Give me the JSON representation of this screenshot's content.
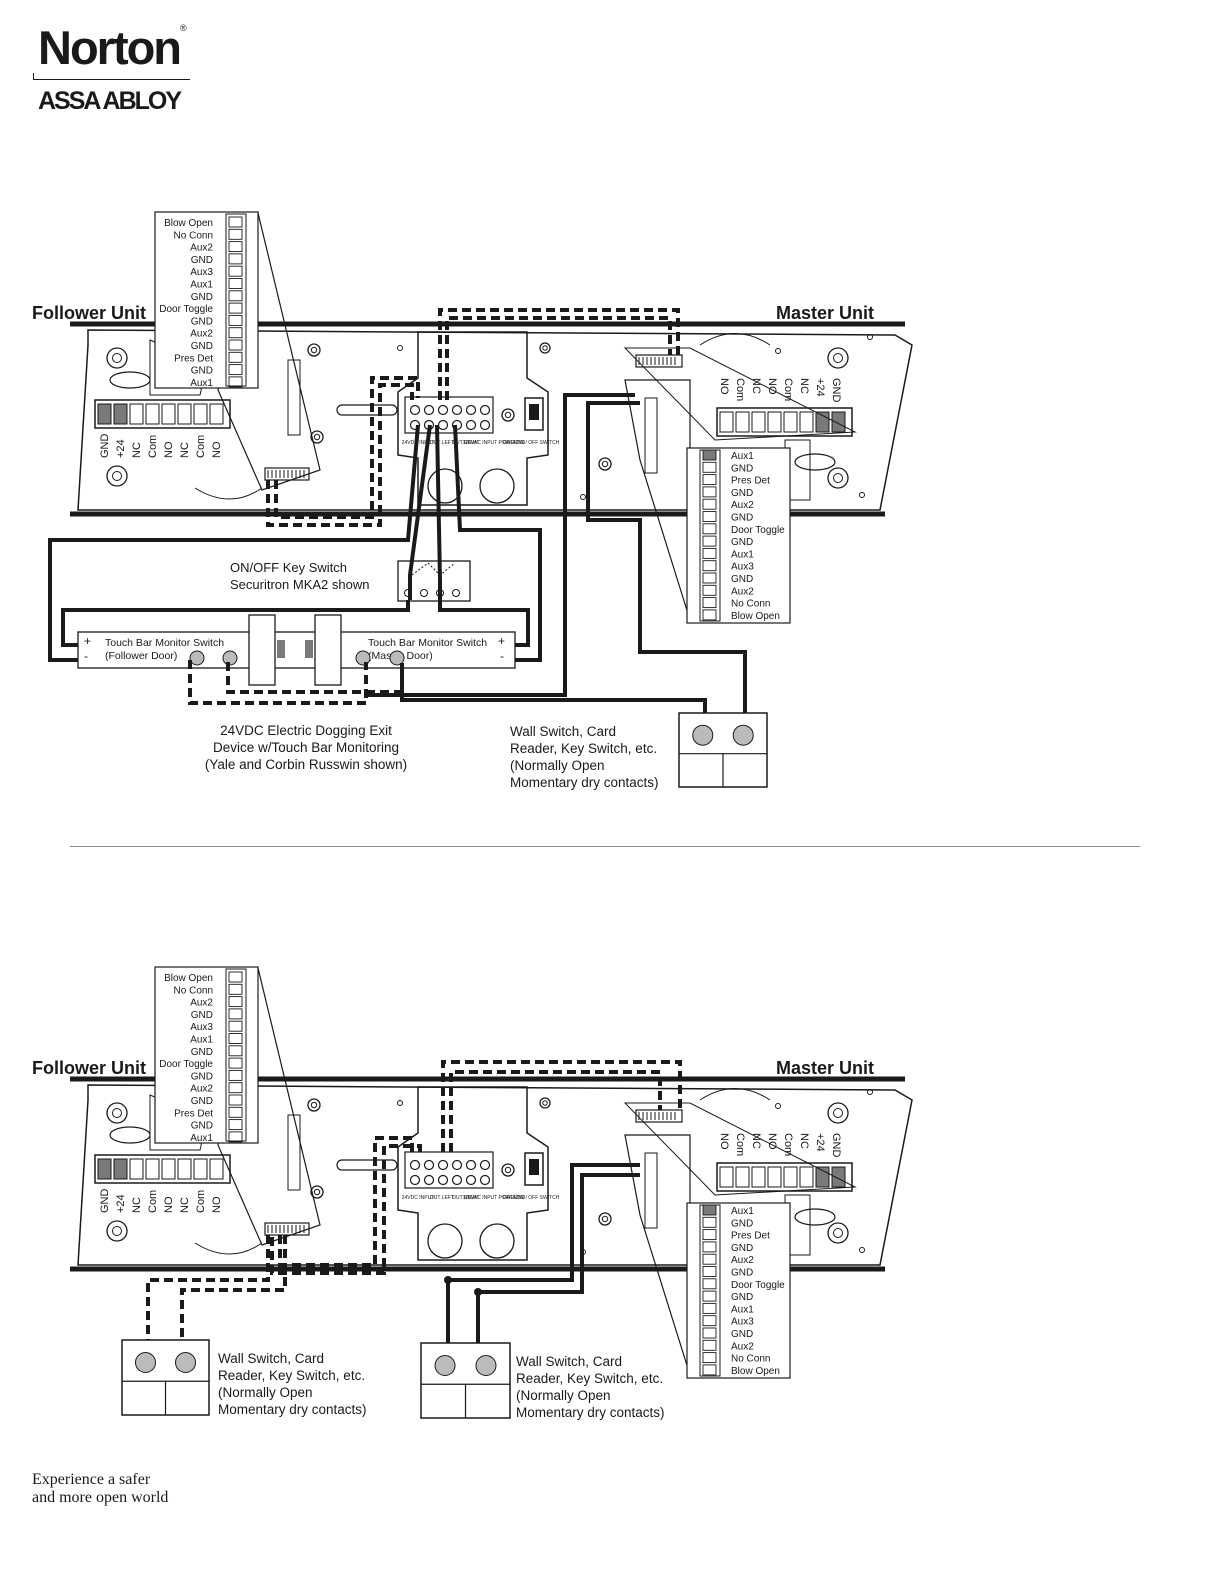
{
  "brand": {
    "name": "Norton",
    "registered": "®",
    "parent": "ASSA ABLOY"
  },
  "tagline": {
    "line1": "Experience a safer",
    "line2": "and more open world"
  },
  "units": {
    "follower": "Follower Unit",
    "master": "Master Unit"
  },
  "follower_pins": [
    "Blow Open",
    "No Conn",
    "Aux2",
    "GND",
    "Aux3",
    "Aux1",
    "GND",
    "Door Toggle",
    "GND",
    "Aux2",
    "GND",
    "Pres Det",
    "GND",
    "Aux1"
  ],
  "master_pins": [
    "Aux1",
    "GND",
    "Pres Det",
    "GND",
    "Aux2",
    "GND",
    "Door Toggle",
    "GND",
    "Aux1",
    "Aux3",
    "GND",
    "Aux2",
    "No Conn",
    "Blow Open"
  ],
  "relay_terminals": [
    "GND",
    "+24",
    "NC",
    "Com",
    "NO",
    "NC",
    "Com",
    "NO"
  ],
  "board_labels": [
    "24VDC INPUT",
    "DUT LEFT",
    "DUT RIGHT",
    "120VAC INPUT POWER",
    "GROUND",
    "ON / OFF SWITCH"
  ],
  "diagram1": {
    "key_switch": [
      "ON/OFF Key Switch",
      "Securitron MKA2 shown"
    ],
    "touch_bar_follower": [
      "Touch Bar Monitor Switch",
      "(Follower Door)"
    ],
    "touch_bar_master": [
      "Touch Bar Monitor Switch",
      "(Master Door)"
    ],
    "plus": "+",
    "minus": "-",
    "dogging_device": [
      "24VDC Electric Dogging Exit",
      "Device w/Touch Bar Monitoring",
      "(Yale and Corbin Russwin shown)"
    ],
    "wall_switch": [
      "Wall Switch, Card",
      "Reader, Key Switch, etc.",
      "(Normally Open",
      "Momentary dry contacts)"
    ]
  },
  "diagram2": {
    "wall_switch_left": [
      "Wall Switch, Card",
      "Reader, Key Switch, etc.",
      "(Normally Open",
      "Momentary dry contacts)"
    ],
    "wall_switch_right": [
      "Wall Switch, Card",
      "Reader, Key Switch, etc.",
      "(Normally Open",
      "Momentary dry contacts)"
    ]
  },
  "colors": {
    "ink": "#1a1a1a",
    "divider": "#8c8c8c",
    "terminal_fill": "#7a7a7a"
  }
}
